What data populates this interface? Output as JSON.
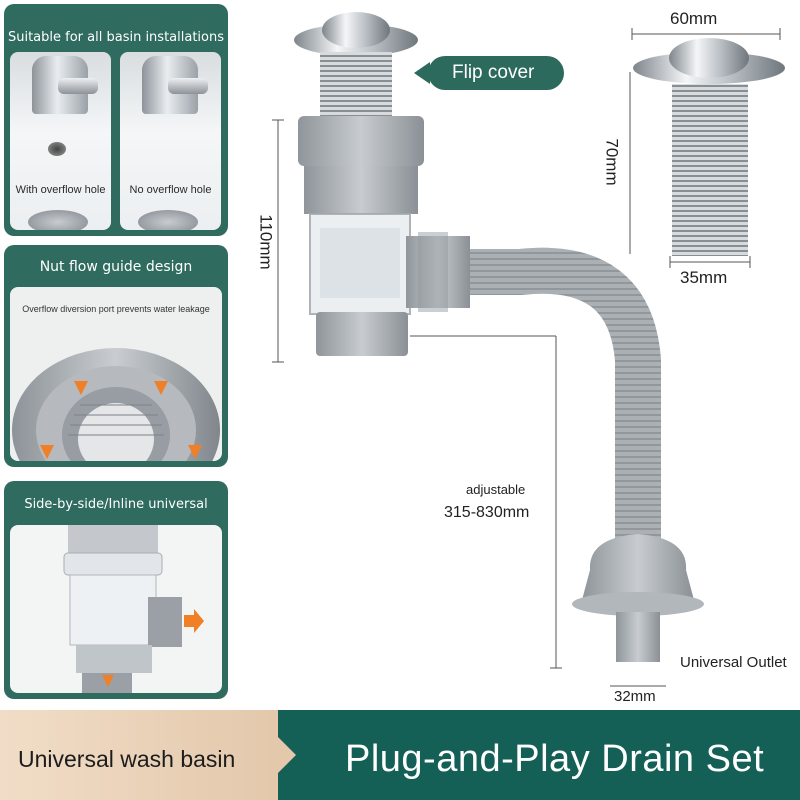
{
  "panels": {
    "installations": {
      "title": "Suitable for all basin installations",
      "left_label": "With overflow hole",
      "right_label": "No overflow hole"
    },
    "nut_flow": {
      "title": "Nut flow guide design",
      "description": "Overflow diversion port prevents water leakage"
    },
    "side_by_side": {
      "title": "Side-by-side/Inline universal"
    }
  },
  "callouts": {
    "flip_cover": "Flip cover",
    "height": "110mm",
    "cap_diameter": "60mm",
    "plug_height": "70mm",
    "thread_diameter": "35mm",
    "adjustable_label": "adjustable",
    "adjustable_range": "315-830mm",
    "outlet_label": "Universal Outlet",
    "outlet_diameter": "32mm"
  },
  "banner": {
    "left": "Universal wash basin",
    "right": "Plug-and-Play Drain Set"
  },
  "colors": {
    "brand_green": "#2f6b5f",
    "banner_green": "#145f56",
    "banner_beige": "#e9d2b8",
    "arrow_orange": "#f07f25",
    "pipe_gray": "#a9aeb3"
  }
}
